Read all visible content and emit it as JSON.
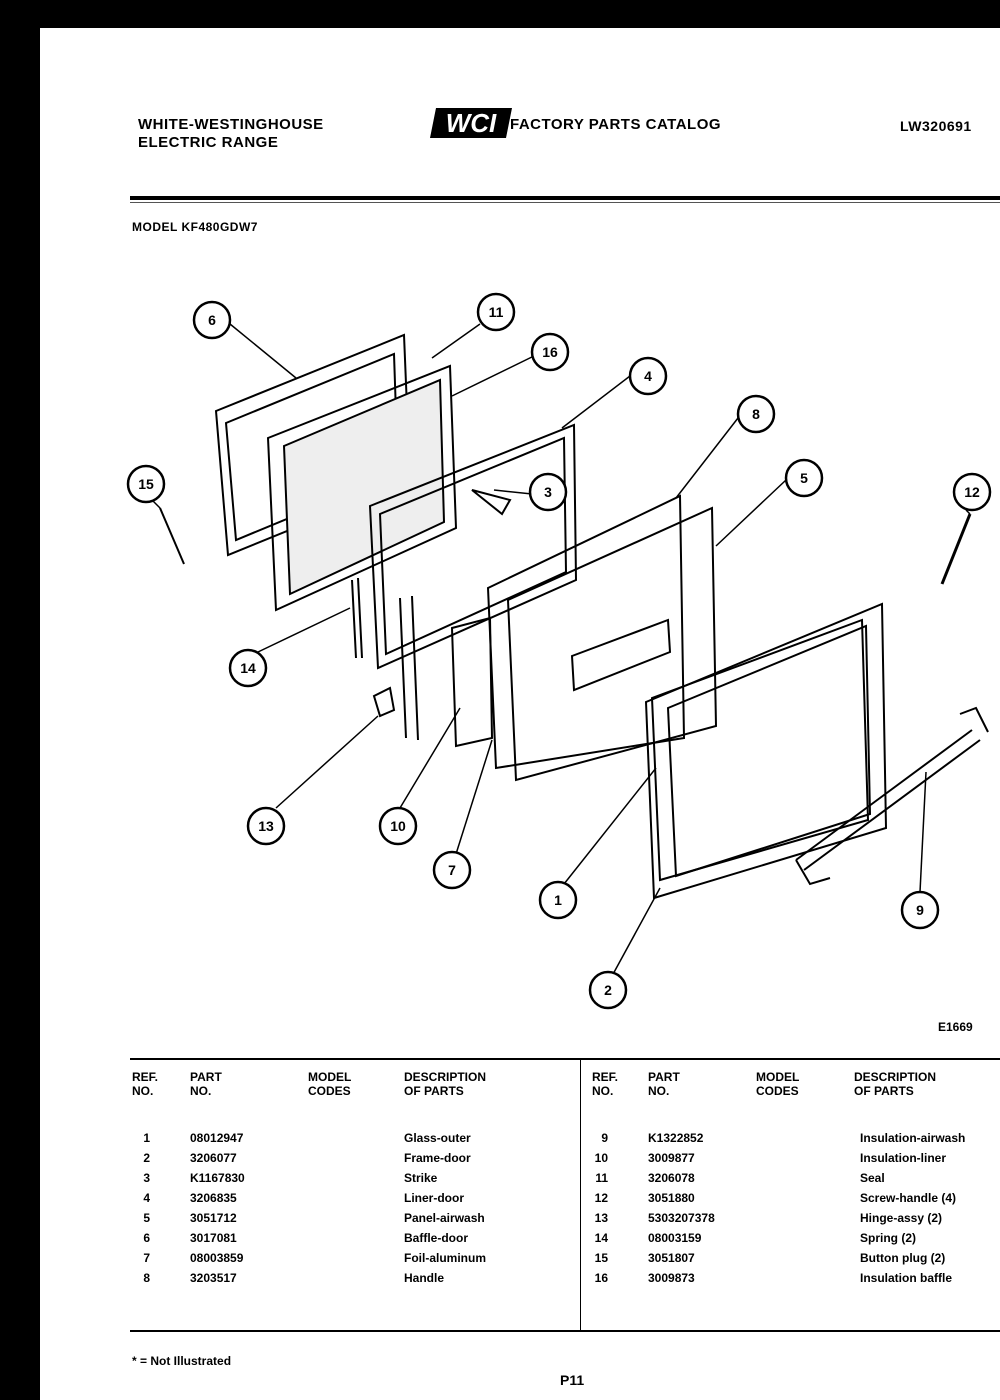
{
  "header": {
    "brand_line1": "WHITE-WESTINGHOUSE",
    "brand_line2": "ELECTRIC RANGE",
    "logo_text": "WCI",
    "catalog_title": "FACTORY PARTS CATALOG",
    "catalog_number": "LW320691"
  },
  "model_line": "MODEL KF480GDW7",
  "figure_ref": "E1669",
  "callouts": [
    "6",
    "11",
    "16",
    "4",
    "3",
    "8",
    "5",
    "12",
    "15",
    "14",
    "13",
    "10",
    "7",
    "1",
    "2",
    "9"
  ],
  "table": {
    "headers": {
      "ref": [
        "REF.",
        "NO."
      ],
      "part": [
        "PART",
        "NO."
      ],
      "model": [
        "MODEL",
        "CODES"
      ],
      "desc": [
        "DESCRIPTION",
        "OF PARTS"
      ]
    },
    "left_rows": [
      {
        "ref": "1",
        "part": "08012947",
        "desc": "Glass-outer"
      },
      {
        "ref": "2",
        "part": "3206077",
        "desc": "Frame-door"
      },
      {
        "ref": "3",
        "part": "K1167830",
        "desc": "Strike"
      },
      {
        "ref": "4",
        "part": "3206835",
        "desc": "Liner-door"
      },
      {
        "ref": "5",
        "part": "3051712",
        "desc": "Panel-airwash"
      },
      {
        "ref": "6",
        "part": "3017081",
        "desc": "Baffle-door"
      },
      {
        "ref": "7",
        "part": "08003859",
        "desc": "Foil-aluminum"
      },
      {
        "ref": "8",
        "part": "3203517",
        "desc": "Handle"
      }
    ],
    "right_rows": [
      {
        "ref": "9",
        "part": "K1322852",
        "desc": "Insulation-airwash"
      },
      {
        "ref": "10",
        "part": "3009877",
        "desc": "Insulation-liner"
      },
      {
        "ref": "11",
        "part": "3206078",
        "desc": "Seal"
      },
      {
        "ref": "12",
        "part": "3051880",
        "desc": "Screw-handle (4)"
      },
      {
        "ref": "13",
        "part": "5303207378",
        "desc": "Hinge-assy (2)"
      },
      {
        "ref": "14",
        "part": "08003159",
        "desc": "Spring (2)"
      },
      {
        "ref": "15",
        "part": "3051807",
        "desc": "Button plug (2)"
      },
      {
        "ref": "16",
        "part": "3009873",
        "desc": "Insulation baffle"
      }
    ]
  },
  "footnote": "* = Not Illustrated",
  "page_number": "P11"
}
